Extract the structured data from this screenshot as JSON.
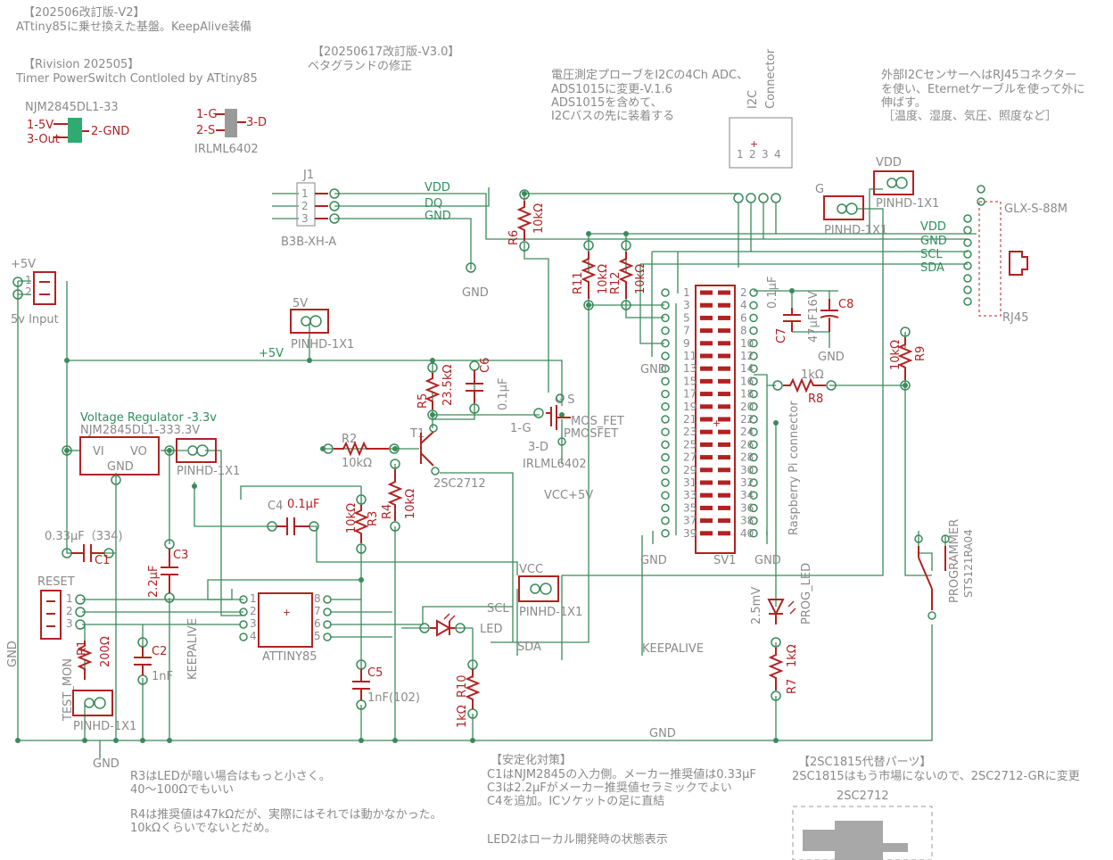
{
  "colors": {
    "wire": "#3a8a5a",
    "symbol": "#b22222",
    "note": "#8a8a8a",
    "net_label": "#2f8f5a"
  },
  "notes": {
    "rev_v2_title": "【202506改訂版-V2】",
    "rev_v2_body": "ATtiny85に乗せ換えた基盤。KeepAlive装備",
    "rev_v3_title": "【20250617改訂版-V3.0】",
    "rev_v3_body": "ベタグランドの修正",
    "rev_2505_title": "【Rivision 202505】",
    "rev_2505_body": "Timer PowerSwitch  Contloled by ATtiny85",
    "adc_1": "電圧測定プローブをI2Cの4Ch ADC、",
    "adc_2": "ADS1015に変更-V.1.6",
    "adc_3": "ADS1015を含めて、",
    "adc_4": "I2Cバスの先に装着する",
    "ext_1": "外部I2CセンサーへはRJ45コネクター",
    "ext_2": "を使い、Eternetケーブルを使って外に",
    "ext_3": "伸ばす。",
    "ext_4": "［温度、湿度、気圧、照度など］",
    "r3_1": "R3はLEDが暗い場合はもっと小さく。",
    "r3_2": "40〜100Ωでもいい",
    "r4_1": "R4は推奨値は47kΩだが、実際にはそれでは動かなかった。",
    "r4_2": "10kΩくらいでないとだめ。",
    "stab_title": "【安定化対策】",
    "stab_1": "C1はNJM2845の入力側。メーカー推奨値は0.33μF",
    "stab_2": "C3は2.2μFがメーカー推奨値セラミックでよい",
    "stab_3": "C4を追加。ICソケットの足に直結",
    "led2": "LED2はローカル開発時の状態表示",
    "sub_title": "【2SC1815代替パーツ】",
    "sub_body": "2SC1815はもう市場にないので、2SC2712-GRに変更",
    "sub_part": "2SC2712"
  },
  "legend": {
    "njm_name": "NJM2845DL1-33",
    "njm_p1": "1-5V",
    "njm_p2": "2-GND",
    "njm_p3": "3-Out",
    "fet_p1": "1-G",
    "fet_p2": "2-S",
    "fet_p3": "3-D",
    "fet_name": "IRLML6402"
  },
  "parts": {
    "j1": "J1",
    "j1_type": "B3B-XH-A",
    "pwr_in": "+5V",
    "pwr_in_name": "5v Input",
    "h5v": "5V",
    "pinhd": "PINHD-1X1",
    "reg_title": "Voltage Regulator -3.3v",
    "reg_part": "NJM2845DL1-333.3V",
    "reg_vi": "VI",
    "reg_vo": "VO",
    "reg_gnd": "GND",
    "r2": "R2",
    "r2v": "10kΩ",
    "r5": "R5",
    "r5v": "23.5kΩ",
    "c6": "C6",
    "c6v": "0.1μF",
    "t1": "T1",
    "t1v": "2SC2712",
    "q_gs": "G S",
    "q_type": "MOS_FET",
    "q_type2": "PMOSFET",
    "q_g": "1-G",
    "q_d": "3-D",
    "q_part": "IRLML6402",
    "vcc5": "VCC+5V",
    "r3": "R3",
    "r3v": "10kΩ",
    "r4": "R4",
    "r4v": "10kΩ",
    "c4": "C4",
    "c4v": "0.1μF",
    "c1": "C1",
    "c1v": "0.33μF（334)",
    "c3": "C3",
    "c3v": "2.2μF",
    "c2": "C2",
    "c2v": "1nF",
    "c5": "C5",
    "c5v": "1nF(102)",
    "reset": "RESET",
    "r1": "R1",
    "r1v": "200Ω",
    "test_mon": "TEST_MON",
    "keepalive": "KEEPALIVE",
    "attiny": "ATTINY85",
    "scl": "SCL",
    "sda": "SDA",
    "led": "LED",
    "vcc": "VCC",
    "r10": "R10",
    "r10v": "1kΩ",
    "r6": "R6",
    "r6v": "10kΩ",
    "r11": "R11",
    "r11v": "10kΩ",
    "r12": "R12",
    "r12v": "10kΩ",
    "i2c": "I2C",
    "connector": "Connector",
    "vdd": "VDD",
    "dq": "DQ",
    "gnd": "GND",
    "g": "G",
    "rj45": "RJ45",
    "glx": "GLX-S-88M",
    "rj_vdd": "VDD",
    "rj_gnd": "GND",
    "rj_scl": "SCL",
    "rj_sda": "SDA",
    "c7": "C7",
    "c7v": "0.1μF",
    "c8": "C8",
    "c8v": "47μF16V",
    "r8": "R8",
    "r8v": "1kΩ",
    "r9": "R9",
    "r9v": "10kΩ",
    "sv1": "SV1",
    "rpi": "Raspberry Pi connector",
    "prog_led": "PROG_LED",
    "led_v": "2.5mV",
    "r7": "R7",
    "r7v": "1kΩ",
    "programmer": "PROGRAMMER",
    "sw_part": "STS121RA04",
    "pwr_5v": "+5V"
  },
  "header_pins_left": [
    "1",
    "3",
    "5",
    "7",
    "9",
    "11",
    "13",
    "15",
    "17",
    "19",
    "21",
    "23",
    "25",
    "27",
    "29",
    "31",
    "33",
    "35",
    "37",
    "39"
  ],
  "header_pins_right": [
    "2",
    "4",
    "6",
    "8",
    "10",
    "12",
    "14",
    "16",
    "18",
    "20",
    "22",
    "24",
    "26",
    "28",
    "30",
    "32",
    "34",
    "36",
    "38",
    "40"
  ]
}
